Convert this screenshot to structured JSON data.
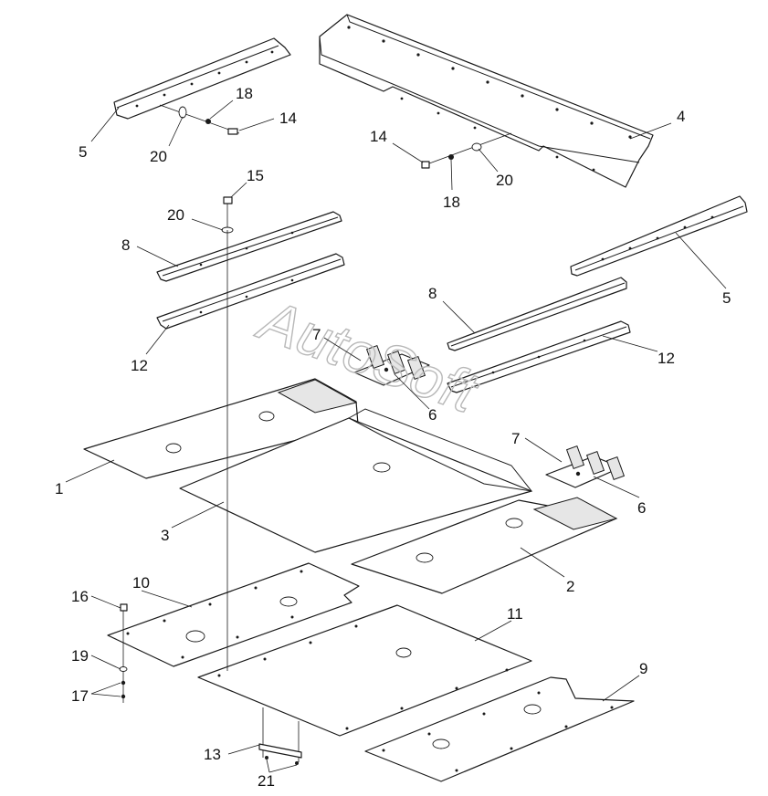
{
  "watermark": "AutoSoft",
  "callouts": {
    "c1": "1",
    "c2": "2",
    "c3": "3",
    "c4": "4",
    "c5a": "5",
    "c5b": "5",
    "c6a": "6",
    "c6b": "6",
    "c7a": "7",
    "c7b": "7",
    "c8a": "8",
    "c8b": "8",
    "c9": "9",
    "c10": "10",
    "c11": "11",
    "c12a": "12",
    "c12b": "12",
    "c13": "13",
    "c14a": "14",
    "c14b": "14",
    "c15": "15",
    "c16": "16",
    "c17": "17",
    "c18a": "18",
    "c18b": "18",
    "c19": "19",
    "c20a": "20",
    "c20b": "20",
    "c20c": "20",
    "c21": "21"
  }
}
